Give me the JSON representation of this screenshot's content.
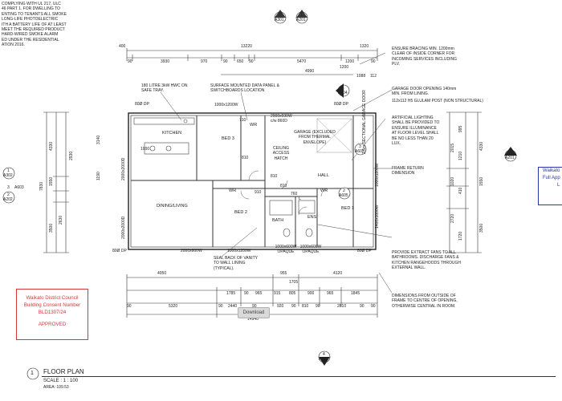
{
  "top_notes": {
    "lines": [
      "COMPLYING WITH UL 217, ULC",
      "46 PART 1. FOR DWELLING TO",
      "ENTING TO TENANTS ALL SMOKE",
      "LONG-LIFE PHOTOELECTRIC",
      "ITH A BATTERY LIFE OF AT LEAST",
      "MEET THE REQUIRED PRODUCT",
      "HARD-WIRED SMOKE ALARM",
      "ED UNDER THE RESIDENTIAL",
      "ATION 2016."
    ]
  },
  "section_markers": {
    "a301": {
      "num": "3",
      "ref": "A301"
    },
    "a201": {
      "num": "1",
      "ref": "A201"
    },
    "a604": {
      "num": "1",
      "ref": "A604"
    },
    "a603": {
      "num": "3",
      "ref": "A603"
    },
    "a605": {
      "num": "2",
      "ref": "A605"
    },
    "a302": {
      "num": "1",
      "ref": "A302"
    },
    "a202": {
      "num": "2",
      "ref": "A202"
    },
    "a201r": {
      "num": "1",
      "ref": "A201"
    },
    "a603b": {
      "num": "3",
      "ref": "A603"
    },
    "a202b": {
      "num": "4",
      "ref": "A202"
    }
  },
  "top_dims": {
    "overall": "13220",
    "row2": [
      "90",
      "3930",
      "970",
      "90",
      "650",
      "90",
      "5470",
      "1200",
      "90"
    ],
    "left_small": "400",
    "right_small": "1320",
    "d4990": "4990",
    "d1200": "1200",
    "d1088": "1088",
    "d112": "112"
  },
  "annotations": {
    "ensure_bracing": "ENSURE BRACING MIN. 1200mm CLEAR OF INSIDE CORNER FOR INCOMING SERVICES INCLUDING PLV.",
    "garage_door": "GARAGE DOOR OPENING 140mm MIN. FROM LINING.",
    "glulam": "112x112 H5 GLULAM POST (NON STRUCTURAL)",
    "hwc": "180 LITRE 3kW HWC ON SAFE TRAY.",
    "data_panel": "SURFACE MOUNTED DATA PANEL & SWITCHBOARDS LOCATION",
    "artificial": "ARTIFICIAL LIGHTING SHALL BE PROVIDED TO ENSURE ILLUMINANCE AT FLOOR LEVEL SHALL BE NO LESS THAN 20 LUX.",
    "frame_return": "FRAME RETURN DIMENSION",
    "extract": "PROVIDE EXTRACT FANS TO ALL BATHROOMS. DISCHARGE FANS & KITCHEN RANGEHOODS THROUGH EXTERNAL WALL.",
    "dimensions_from": "DIMENSIONS FROM OUTSIDE OF FRAME TO CENTRE OF OPENING, OTHERWISE CENTRAL IN ROOM.",
    "seal_back": "SEAL BACK OF VANITY TO WALL LINING (TYPICAL)."
  },
  "rooms": {
    "kitchen": "KITCHEN",
    "bed3": "BED 3",
    "wr1": "WR",
    "garage": "GARAGE (EXCLUDED FROM THERMAL ENVELOPE)",
    "ceiling": "CEILING ACCESS HATCH",
    "hall": "HALL",
    "dining": "DINING/LIVING",
    "wr2": "WR",
    "bed2": "BED 2",
    "bath": "BATH",
    "ens": "ENS",
    "bed1": "BED 1",
    "l": "L",
    "wr3": "WR"
  },
  "window_labels": {
    "w1": "1000x1200W",
    "w2": "2000x930W c/w 860D",
    "w3": "2000x2000D",
    "w4": "2000x2000D",
    "w5": "2000x600W",
    "w6": "1000x1200W",
    "w7": "1000x600W OPAQUE",
    "w8": "1000x600W OPAQUE",
    "w9": "1400x1000W",
    "w10": "1000x1200W",
    "garage_door": "2.5m SECTIONAL GARAGE DOOR",
    "dp1": "80Ø DP",
    "dp2": "80Ø DP",
    "dp3": "80Ø DP",
    "dp4": "80Ø DP",
    "n1000": "1000",
    "n810a": "810",
    "n810b": "810",
    "n810c": "810",
    "n710": "710",
    "n760": "760",
    "n910": "910"
  },
  "left_dims": {
    "overall": "7830",
    "d4330": "4330",
    "d3140": "3140",
    "d1190": "1190",
    "d1550": "1550",
    "d3500": "3500",
    "d2630": "2630",
    "d2930": "2930",
    "d90": "90",
    "d130": "130"
  },
  "right_dims": {
    "d4330": "4330",
    "d2015": "2015",
    "d1210": "1210",
    "d1550": "1550",
    "d1020": "1020",
    "d2720": "2720",
    "d3500": "3500",
    "d1720": "1720",
    "d995": "995",
    "d410": "410"
  },
  "bottom_dims": {
    "d4050": "4050",
    "d4120": "4120",
    "d955": "955",
    "d1705": "1705",
    "row1": [
      "1785",
      "90",
      "965",
      "915",
      "805",
      "900",
      "965",
      "1845"
    ],
    "row2": [
      "90",
      "5320",
      "90",
      "2440",
      "90",
      "920",
      "90",
      "810",
      "90",
      "2810",
      "90",
      "90"
    ],
    "overall": "14940"
  },
  "stamp": {
    "line1": "Waikato District Council",
    "line2": "Building Consent Number",
    "line3": "BLD1307/24",
    "line4": "APPROVED"
  },
  "council2": {
    "line1": "Waikato",
    "line2": "Full App",
    "line3": "L"
  },
  "download_btn": "Download",
  "title": {
    "num": "1",
    "name": "FLOOR PLAN",
    "scale": "SCALE : 1 : 100",
    "area": "AREA: 109.53"
  }
}
